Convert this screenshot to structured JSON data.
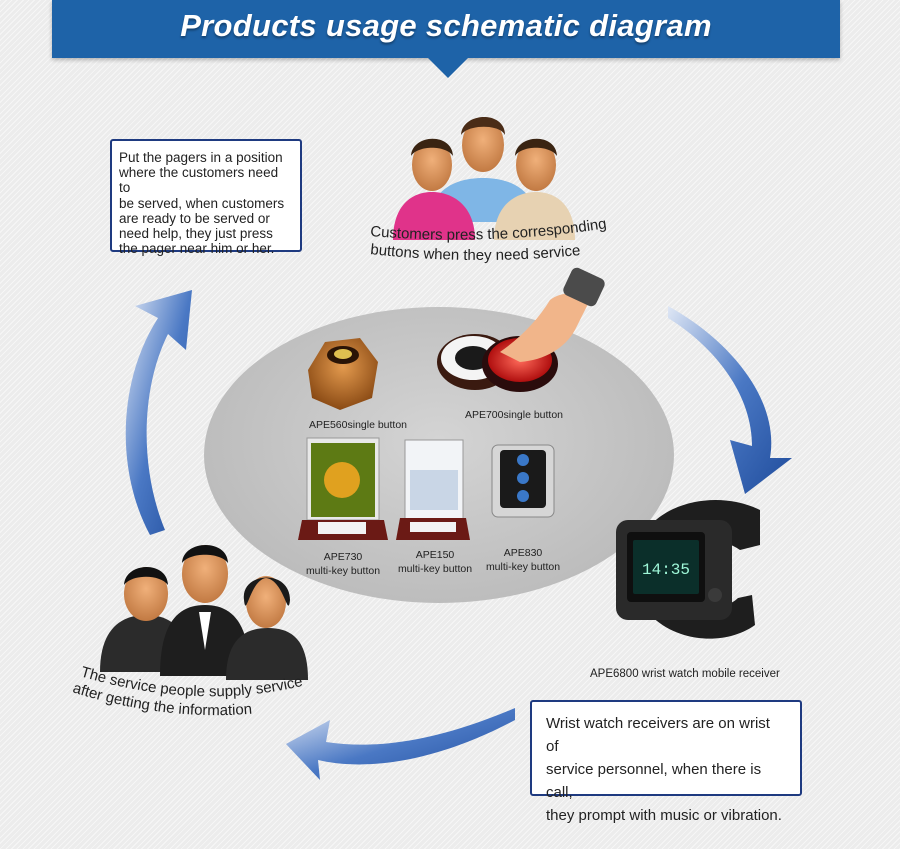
{
  "banner": {
    "title": "Products usage schematic diagram"
  },
  "notes": {
    "customers_note": [
      "Put the pagers in a position",
      "where the customers need to",
      "be served, when customers",
      "are ready to be served or",
      "need help, they just press",
      "the pager near him or her."
    ],
    "watch_note": [
      "Wrist watch receivers are on wrist of",
      "service personnel, when there is call,",
      "they prompt with music or vibration."
    ]
  },
  "curved_labels": {
    "customers_line1": "Customers press the corresponding",
    "customers_line2": "buttons when they need service",
    "service_line1": "The service people supply service",
    "service_line2": "after getting the information"
  },
  "products": {
    "ape560": "APE560single button",
    "ape700": "APE700single button",
    "ape730_model": "APE730",
    "ape730_type": "multi-key button",
    "ape150_model": "APE150",
    "ape150_type": "multi-key button",
    "ape830_model": "APE830",
    "ape830_type": "multi-key button"
  },
  "receiver": {
    "label": "APE6800 wrist watch mobile receiver",
    "time": "14:35"
  },
  "colors": {
    "banner": "#1e63a8",
    "arrow": "#2f5fae",
    "note_border": "#1e3a80"
  },
  "icons": [
    "customers-group-icon",
    "service-staff-group-icon",
    "hand-pointer-icon",
    "circular-arrow-icon",
    "wrist-watch-icon"
  ]
}
